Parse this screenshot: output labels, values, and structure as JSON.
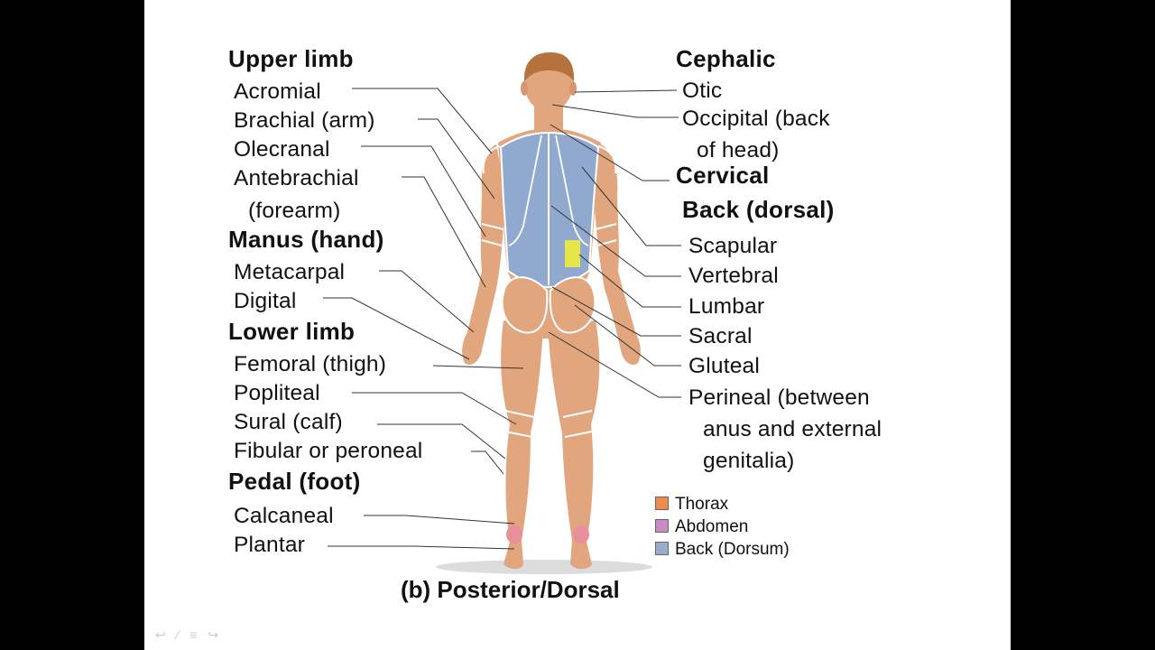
{
  "headers": {
    "upper_limb": "Upper limb",
    "manus": "Manus (hand)",
    "lower_limb": "Lower limb",
    "pedal": "Pedal (foot)",
    "cephalic": "Cephalic",
    "cervical": "Cervical",
    "back": "Back (dorsal)"
  },
  "left_labels": {
    "acromial": "Acromial",
    "brachial": "Brachial (arm)",
    "olecranal": "Olecranal",
    "antebrachial": "Antebrachial",
    "forearm": "(forearm)",
    "metacarpal": "Metacarpal",
    "digital": "Digital",
    "femoral": "Femoral (thigh)",
    "popliteal": "Popliteal",
    "sural": "Sural (calf)",
    "fibular": "Fibular or peroneal",
    "calcaneal": "Calcaneal",
    "plantar": "Plantar"
  },
  "right_labels": {
    "otic": "Otic",
    "occipital_1": "Occipital (back",
    "occipital_2": "of head)",
    "scapular": "Scapular",
    "vertebral": "Vertebral",
    "lumbar": "Lumbar",
    "sacral": "Sacral",
    "gluteal": "Gluteal",
    "perineal_1": "Perineal (between",
    "perineal_2": "anus and external",
    "perineal_3": "genitalia)"
  },
  "legend": [
    {
      "label": "Thorax",
      "color": "#f08a4b"
    },
    {
      "label": "Abdomen",
      "color": "#c98bc4"
    },
    {
      "label": "Back (Dorsum)",
      "color": "#9aaccc"
    }
  ],
  "caption": "(b) Posterior/Dorsal",
  "colors": {
    "skin": "#e2a67f",
    "back_region": "#8fa9cf",
    "lumbar_highlight": "#e6e64a",
    "hair": "#b5723c",
    "heel": "#e7909a"
  }
}
